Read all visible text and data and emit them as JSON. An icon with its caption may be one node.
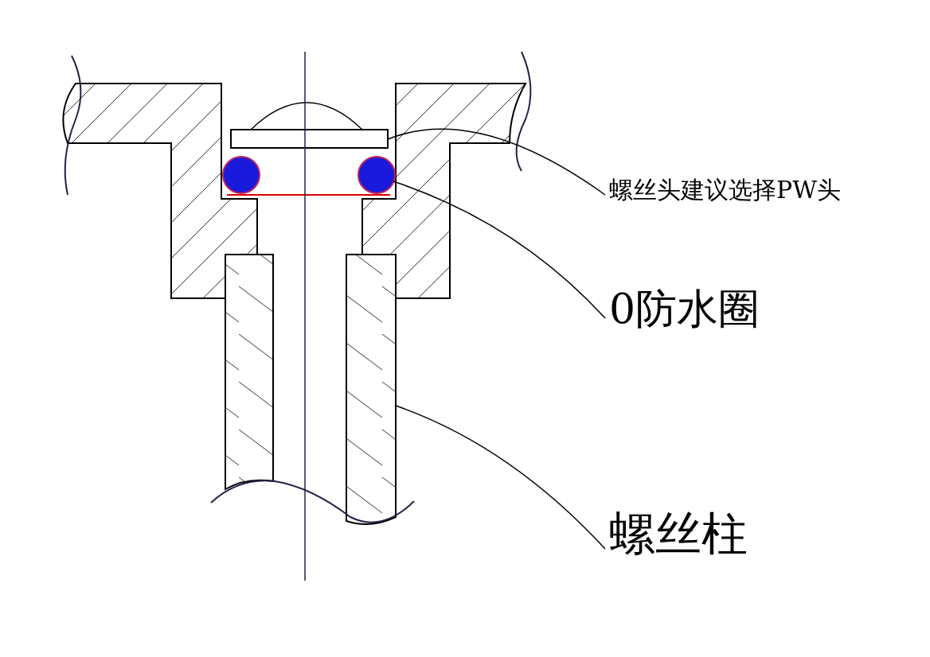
{
  "diagram": {
    "nodes": [
      {
        "text": [
          "螺丝头建议选择PW头"
        ]
      },
      {
        "text": [],
        "shape": "box"
      },
      {
        "text": [
          "0防水圈"
        ]
      },
      {
        "text": [],
        "shape": "circle"
      },
      {
        "text": [
          "螺丝柱"
        ]
      },
      {
        "text": [],
        "shape": "box"
      }
    ],
    "edges": [
      {
        "from": 0,
        "to": 1,
        "arrow": "none"
      },
      {
        "from": 2,
        "to": 3,
        "arrow": "none"
      },
      {
        "from": 4,
        "to": 5,
        "arrow": "none"
      }
    ]
  }
}
